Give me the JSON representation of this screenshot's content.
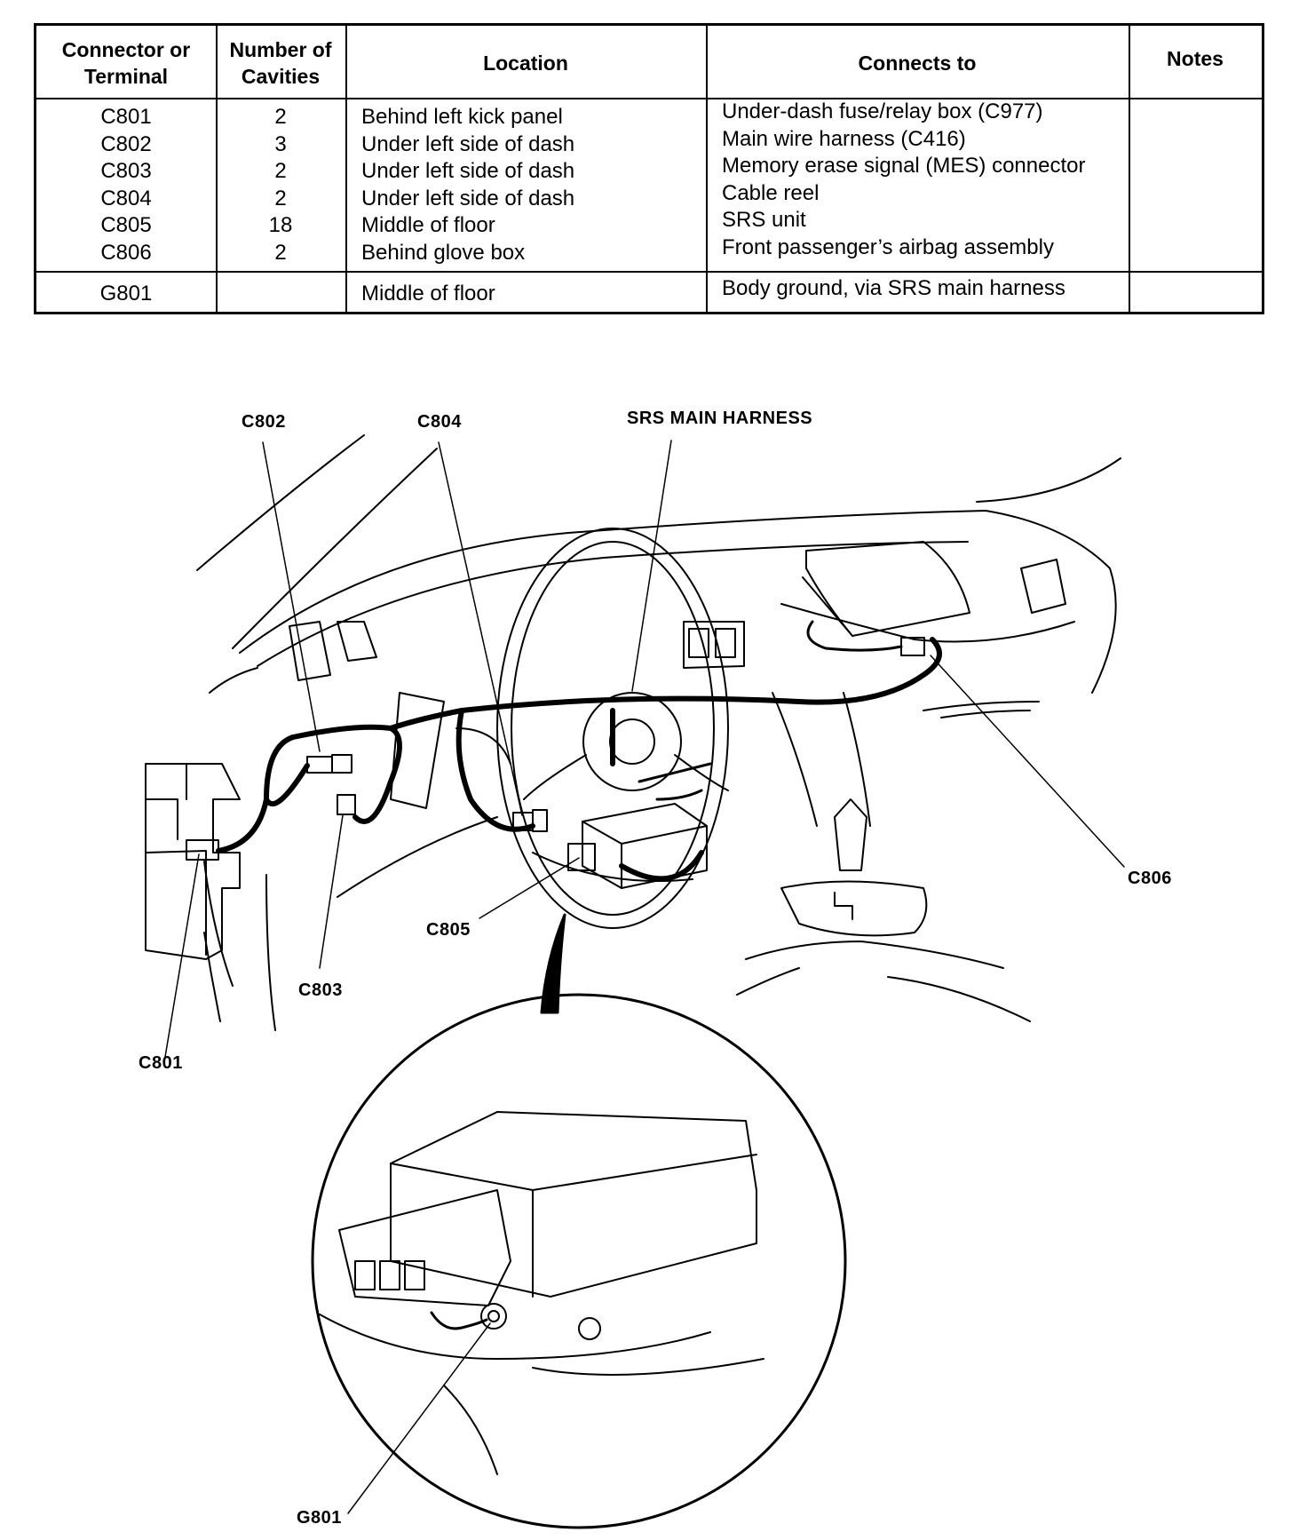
{
  "table": {
    "headers": {
      "connector": "Connector or\nTerminal",
      "cavities": "Number of\nCavities",
      "location": "Location",
      "connects_to": "Connects to",
      "notes": "Notes"
    },
    "rows": [
      {
        "connector": "C801",
        "cavities": "2",
        "location": "Behind left kick panel",
        "connects_to": "Under-dash fuse/relay box (C977)",
        "notes": ""
      },
      {
        "connector": "C802",
        "cavities": "3",
        "location": "Under left side of dash",
        "connects_to": "Main wire harness (C416)",
        "notes": ""
      },
      {
        "connector": "C803",
        "cavities": "2",
        "location": "Under left side of dash",
        "connects_to": "Memory erase signal (MES) connector",
        "notes": ""
      },
      {
        "connector": "C804",
        "cavities": "2",
        "location": "Under left side of dash",
        "connects_to": "Cable reel",
        "notes": ""
      },
      {
        "connector": "C805",
        "cavities": "18",
        "location": "Middle of floor",
        "connects_to": "SRS unit",
        "notes": ""
      },
      {
        "connector": "C806",
        "cavities": "2",
        "location": "Behind glove box",
        "connects_to": "Front passenger’s airbag assembly",
        "notes": ""
      }
    ],
    "ground_row": {
      "connector": "G801",
      "cavities": "",
      "location": "Middle of floor",
      "connects_to": "Body ground, via SRS main harness",
      "notes": ""
    }
  },
  "diagram": {
    "callouts": {
      "c801": "C801",
      "c802": "C802",
      "c803": "C803",
      "c804": "C804",
      "c805": "C805",
      "c806": "C806",
      "srs_main_harness": "SRS MAIN HARNESS",
      "g801": "G801"
    }
  }
}
